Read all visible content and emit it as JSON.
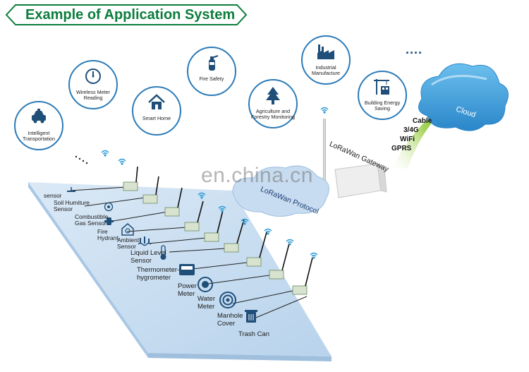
{
  "title": "Example of Application System",
  "applications": [
    {
      "icon": "car-icon",
      "label": "Intelligent Transportation"
    },
    {
      "icon": "gauge-icon",
      "label": "Wireless Meter Reading"
    },
    {
      "icon": "house-icon",
      "label": "Smart Home"
    },
    {
      "icon": "fire-extinguisher-icon",
      "label": "Fire Safety"
    },
    {
      "icon": "tree-icon",
      "label": "Agriculture and Forestry Monitoring"
    },
    {
      "icon": "factory-icon",
      "label": "Industrial Manufacture"
    },
    {
      "icon": "crane-icon",
      "label": "Building Energy Saving"
    }
  ],
  "more": "....",
  "cloud": "Cloud",
  "links": [
    "Cable",
    "3/4G",
    "WiFi",
    "GPRS"
  ],
  "gateway": "LoRaWan Gateway",
  "protocol": "LoRaWan Protocol",
  "watermark": "en.china.cn",
  "sensors": [
    {
      "icon": "",
      "label": "sensor"
    },
    {
      "icon": "soil-icon",
      "label": "Soil Humiture Sensor"
    },
    {
      "icon": "gas-sensor-icon",
      "label": "Combustible Gas Sensor"
    },
    {
      "icon": "hydrant-icon",
      "label": "Fire Hydrant"
    },
    {
      "icon": "ambient-icon",
      "label": "Ambient Sensor"
    },
    {
      "icon": "liquid-level-icon",
      "label": "Liquid Level Sensor"
    },
    {
      "icon": "thermometer-icon",
      "label": "Thermometer-hygrometer"
    },
    {
      "icon": "power-meter-icon",
      "label": "Power Meter"
    },
    {
      "icon": "water-meter-icon",
      "label": "Water Meter"
    },
    {
      "icon": "manhole-icon",
      "label": "Manhole Cover"
    },
    {
      "icon": "trash-can-icon",
      "label": "Trash Can"
    }
  ],
  "colors": {
    "title": "#0c7d3c",
    "circle_border": "#2b7bb8",
    "platform": "#c5dcef",
    "cloud": "#3b9bd6",
    "arrow": "#8cc63f"
  }
}
